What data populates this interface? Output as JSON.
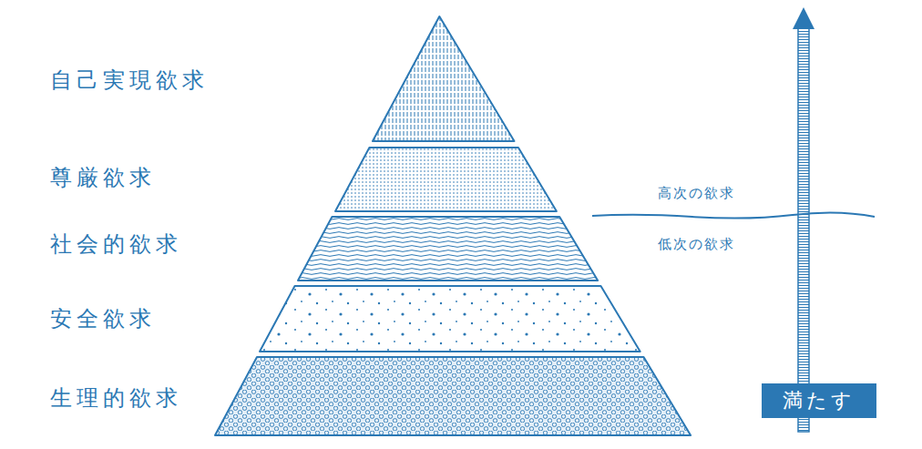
{
  "diagram": {
    "nodes": [
      {
        "text": [
          "自己実現欲求"
        ]
      },
      {
        "text": [
          "尊厳欲求"
        ]
      },
      {
        "text": [
          "社会的欲求"
        ]
      },
      {
        "text": [
          "安全欲求"
        ]
      },
      {
        "text": [
          "生理的欲求"
        ]
      },
      {
        "text": [
          "満たす"
        ]
      }
    ],
    "labels": [
      "高次の欲求",
      "低次の欲求"
    ]
  }
}
